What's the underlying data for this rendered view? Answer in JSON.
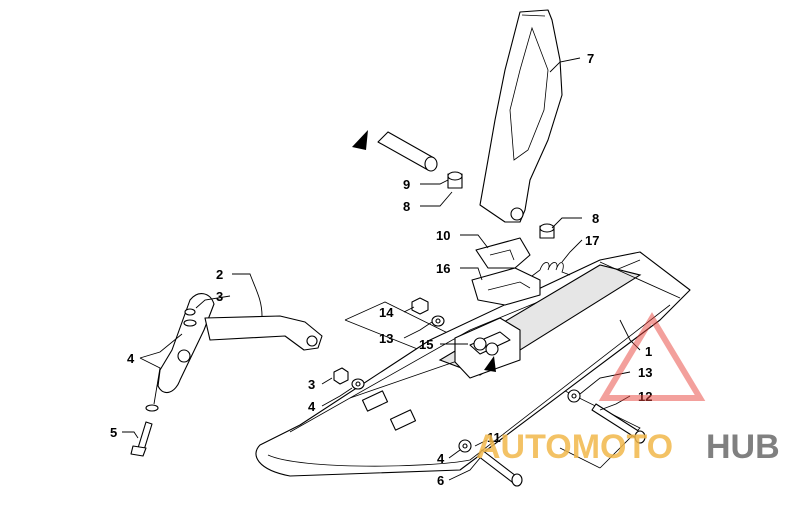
{
  "callouts": [
    {
      "id": "c7",
      "text": "7"
    },
    {
      "id": "c9",
      "text": "9"
    },
    {
      "id": "c8a",
      "text": "8"
    },
    {
      "id": "c8b",
      "text": "8"
    },
    {
      "id": "c10",
      "text": "10"
    },
    {
      "id": "c17",
      "text": "17"
    },
    {
      "id": "c16",
      "text": "16"
    },
    {
      "id": "c2",
      "text": "2"
    },
    {
      "id": "c3a",
      "text": "3"
    },
    {
      "id": "c4a",
      "text": "4"
    },
    {
      "id": "c14",
      "text": "14"
    },
    {
      "id": "c13a",
      "text": "13"
    },
    {
      "id": "c15",
      "text": "15"
    },
    {
      "id": "c1",
      "text": "1"
    },
    {
      "id": "c13b",
      "text": "13"
    },
    {
      "id": "c3b",
      "text": "3"
    },
    {
      "id": "c4b",
      "text": "4"
    },
    {
      "id": "c12",
      "text": "12"
    },
    {
      "id": "c5",
      "text": "5"
    },
    {
      "id": "c11",
      "text": "11"
    },
    {
      "id": "c4c",
      "text": "4"
    },
    {
      "id": "c6",
      "text": "6"
    }
  ],
  "watermark": {
    "part1": "AUTOMOTO",
    "part2": "HUB",
    "color_primary": "#e8453c",
    "color_secondary": "#f2b84b",
    "color_text_dark": "#6b6b6b"
  },
  "colors": {
    "line": "#000000",
    "background": "#ffffff"
  }
}
